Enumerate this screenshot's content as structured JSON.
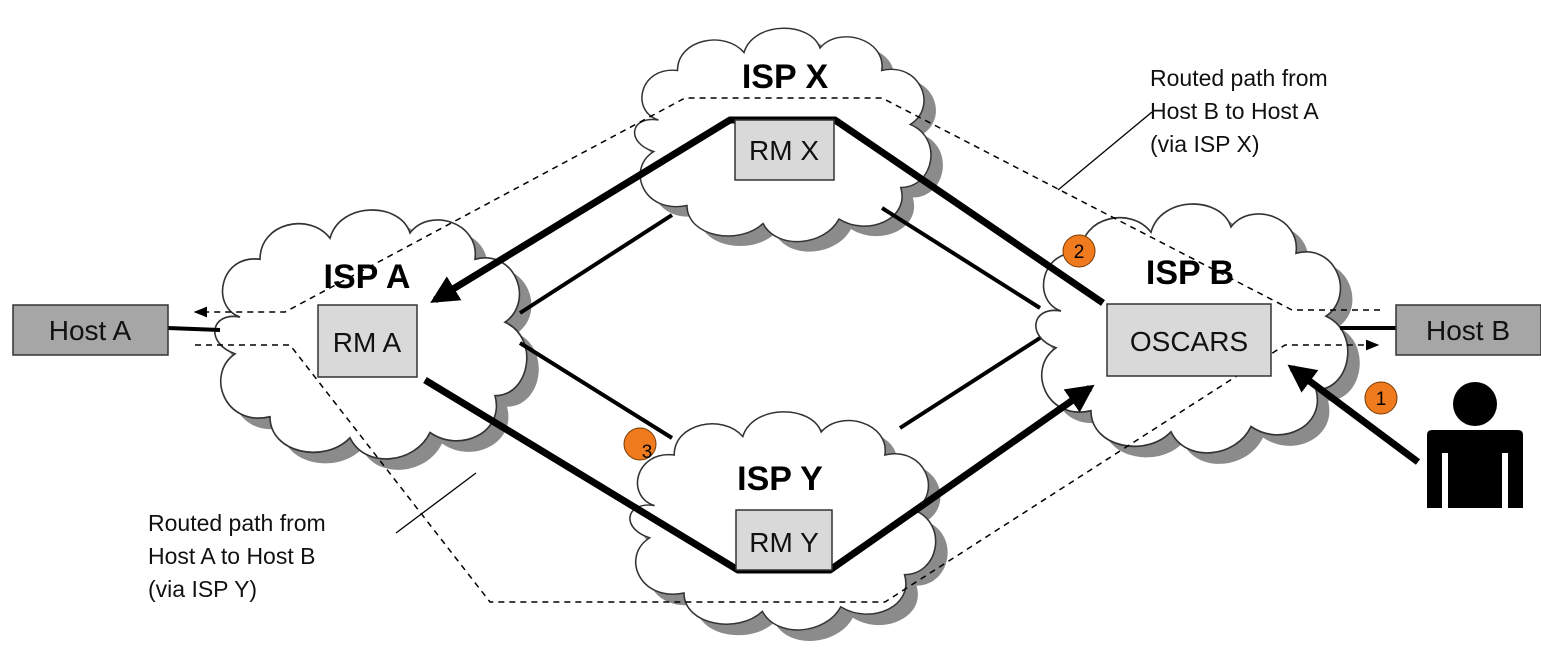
{
  "isps": {
    "x": {
      "label": "ISP X",
      "rm": "RM X"
    },
    "a": {
      "label": "ISP A",
      "rm": "RM A"
    },
    "b": {
      "label": "ISP B",
      "rm": "OSCARS"
    },
    "y": {
      "label": "ISP Y",
      "rm": "RM Y"
    }
  },
  "hosts": {
    "a": "Host A",
    "b": "Host B"
  },
  "annotations": {
    "path_b_to_a": [
      "Routed path from",
      "Host B to Host A",
      "(via ISP X)"
    ],
    "path_a_to_b": [
      "Routed path from",
      "Host A to Host B",
      "(via ISP Y)"
    ]
  },
  "steps": [
    "1",
    "2",
    "3"
  ],
  "colors": {
    "badge": "#f07b1e",
    "box_fill": "#d9d9d9",
    "host_fill": "#a6a6a6"
  },
  "icons": {
    "user": "person-icon"
  }
}
